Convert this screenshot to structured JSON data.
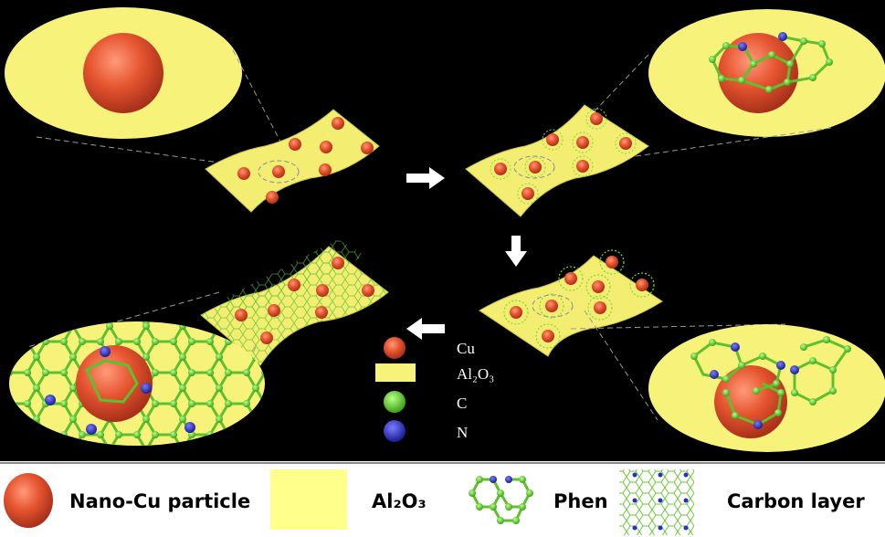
{
  "atom_legend": {
    "cu": "Cu",
    "al2o3": "Al₂O₃",
    "c": "C",
    "n": "N"
  },
  "bottom_legend": {
    "nano_cu": "Nano-Cu particle",
    "al2o3": "Al₂O₃",
    "phen": "Phen",
    "carbon_layer": "Carbon layer"
  },
  "colors": {
    "background": "#000000",
    "alumina": "#f7f37a",
    "copper": "#e2502e",
    "carbon": "#7fd93b",
    "nitrogen": "#2b2fc0"
  }
}
